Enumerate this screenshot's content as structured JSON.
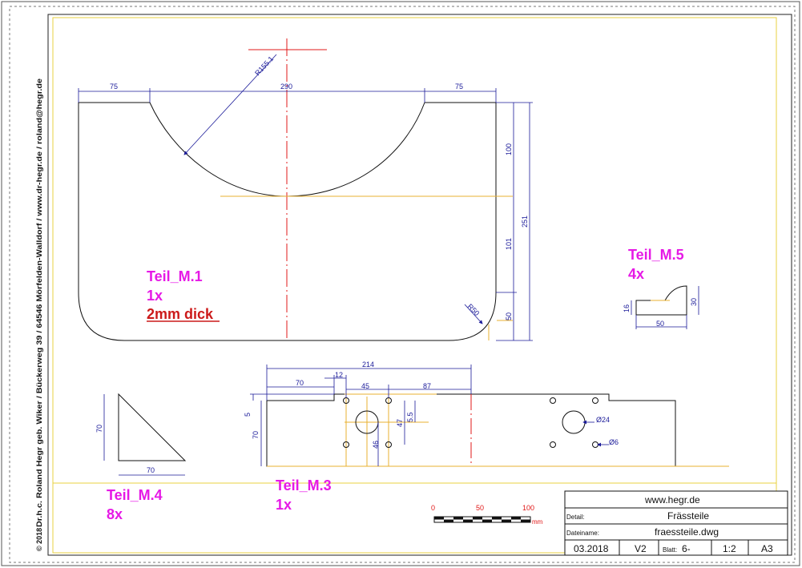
{
  "sidebar": {
    "year": "© 2018",
    "address": "Dr.h.c. Roland Hegr geb. Wiker / Bückerweg 39 / 64546 Mörfelden-Walldorf / www.dr-hegr.de / roland@hegr.de"
  },
  "parts": {
    "m1": {
      "name": "Teil_M.1",
      "qty": "1x",
      "note": "2mm dick"
    },
    "m3": {
      "name": "Teil_M.3",
      "qty": "1x"
    },
    "m4": {
      "name": "Teil_M.4",
      "qty": "8x"
    },
    "m5": {
      "name": "Teil_M.5",
      "qty": "4x"
    }
  },
  "dimensions": {
    "m1": {
      "left": "75",
      "center": "290",
      "right": "75",
      "radius": "R155.1",
      "upper": "100",
      "lower": "101",
      "total": "251",
      "bottom": "50",
      "corner": "R50"
    },
    "m3": {
      "overall": "214",
      "d70": "70",
      "d12": "12",
      "d45": "45",
      "d87": "87",
      "d5": "5",
      "d47": "47",
      "d55": "5.5",
      "d46": "46",
      "height": "70",
      "hole_large": "Ø24",
      "hole_small": "Ø6"
    },
    "m4": {
      "height": "70",
      "width": "70"
    },
    "m5": {
      "height_left": "16",
      "height_right": "30",
      "width": "50"
    }
  },
  "scale_bar": {
    "t0": "0",
    "t50": "50",
    "t100": "100",
    "unit": "mm"
  },
  "title_block": {
    "website": "www.hegr.de",
    "detail_label": "Detail:",
    "detail_value": "Frässteile",
    "filename_label": "Dateiname:",
    "filename_value": "fraessteile.dwg",
    "date": "03.2018",
    "version": "V2",
    "sheet_label": "Blatt:",
    "sheet_value": "6-",
    "scale": "1:2",
    "format": "A3"
  },
  "colors": {
    "dimension": "#1a1a99",
    "centerline": "#e01818",
    "guide": "#e8b030",
    "label": "#e619e6",
    "frame": "#e8d040"
  }
}
